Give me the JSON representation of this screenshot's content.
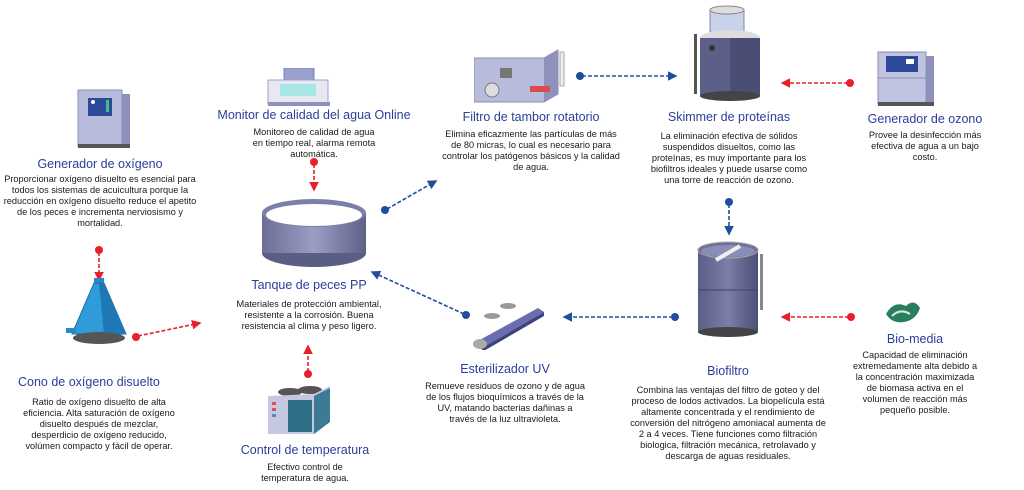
{
  "colors": {
    "title": "#2a3f9a",
    "red_arrow": "#e8202a",
    "blue_arrow": "#1f4e9c"
  },
  "nodes": {
    "oxygen_generator": {
      "title": "Generador de oxígeno",
      "desc": "Proporcionar oxígeno disuelto es esencial para todos los sistemas de acuicultura porque la reducción en oxígeno disuelto reduce el apetito de los peces e incrementa nerviosismo y mortalidad.",
      "icon": "oxygen-generator-cabinet"
    },
    "oxygen_cone": {
      "title": "Cono de oxígeno disuelto",
      "desc": "Ratio de oxígeno disuelto de alta eficiencia. Alta saturación de oxígeno disuelto después de mezclar, desperdicio de oxígeno reducido, volúmen compacto y fácil de operar.",
      "icon": "oxygen-cone"
    },
    "water_monitor": {
      "title": "Monitor de calidad del agua Online",
      "desc": "Monitoreo de calidad de agua en tiempo real, alarma remota automática.",
      "icon": "water-quality-monitor"
    },
    "fish_tank": {
      "title": "Tanque de peces PP",
      "desc": "Materiales de protección ambiental, resistente a la corrosión. Buena resistencia al clima y peso ligero.",
      "icon": "fish-tank"
    },
    "temp_control": {
      "title": "Control de temperatura",
      "desc": "Efectivo control de temperatura de agua.",
      "icon": "chiller-unit"
    },
    "drum_filter": {
      "title": "Filtro de tambor rotatorio",
      "desc": "Elimina eficazmente las partículas de más de 80 micras, lo cual es necesario para controlar los patógenos básicos y la calidad de agua.",
      "icon": "drum-filter"
    },
    "uv_sterilizer": {
      "title": "Esterilizador UV",
      "desc": "Remueve residuos de ozono y de agua de los flujos bioquímicos a través de la UV, matando bacterias dañinas a través de la luz ultravioleta.",
      "icon": "uv-sterilizer"
    },
    "protein_skimmer": {
      "title": "Skimmer de proteínas",
      "desc": "La eliminación efectiva de sólidos suspendidos disueltos, como las proteínas, es muy importante para los biofiltros ideales y puede usarse como una torre de reacción de ozono.",
      "icon": "protein-skimmer"
    },
    "biofilter": {
      "title": "Biofiltro",
      "desc": "Combina las ventajas del filtro de goteo y del proceso de lodos activados. La biopelícula está altamente concentrada y el rendimiento de conversión del nitrógeno amoniacal aumenta de 2 a 4 veces. Tiene funciones como filtración biologica, filtración mecánica, retrolavado y descarga de aguas residuales.",
      "icon": "biofilter-tank"
    },
    "ozone_generator": {
      "title": "Generador de ozono",
      "desc": "Provee la desinfección más efectiva de agua a un bajo costo.",
      "icon": "ozone-generator-cabinet"
    },
    "bio_media": {
      "title": "Bio-media",
      "desc": "Capacidad de eliminación extremedamente alta debido a la concentración maximizada de biomasa activa en el volumen de reacción más pequeño posible.",
      "icon": "bio-media"
    }
  },
  "connections": [
    {
      "from": "oxygen_generator",
      "to": "oxygen_cone",
      "color": "red"
    },
    {
      "from": "oxygen_cone",
      "to": "fish_tank",
      "color": "red"
    },
    {
      "from": "water_monitor",
      "to": "fish_tank",
      "color": "red"
    },
    {
      "from": "temp_control",
      "to": "fish_tank",
      "color": "red"
    },
    {
      "from": "fish_tank",
      "to": "drum_filter",
      "color": "blue"
    },
    {
      "from": "drum_filter",
      "to": "protein_skimmer",
      "color": "blue"
    },
    {
      "from": "ozone_generator",
      "to": "protein_skimmer",
      "color": "red"
    },
    {
      "from": "protein_skimmer",
      "to": "biofilter",
      "color": "blue"
    },
    {
      "from": "bio_media",
      "to": "biofilter",
      "color": "red"
    },
    {
      "from": "biofilter",
      "to": "uv_sterilizer",
      "color": "blue"
    },
    {
      "from": "uv_sterilizer",
      "to": "fish_tank",
      "color": "blue"
    }
  ]
}
